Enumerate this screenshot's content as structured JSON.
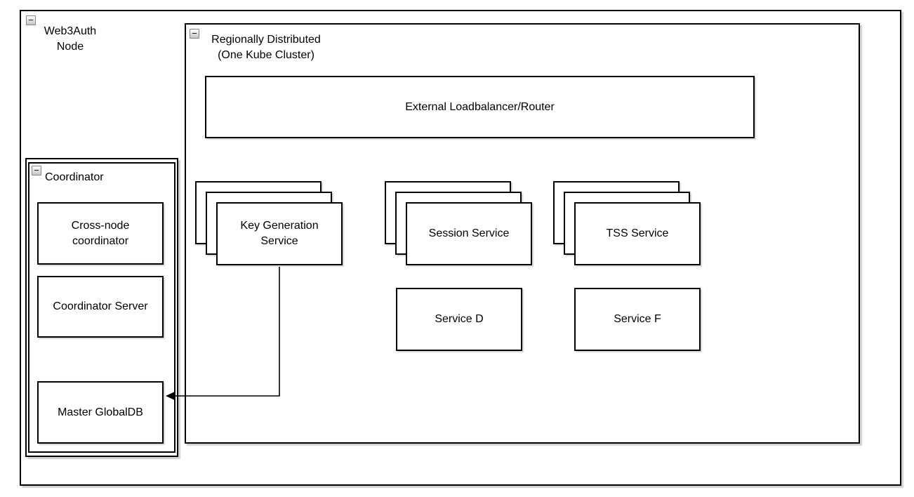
{
  "app": {
    "title": "Web3Auth Node Diagram"
  },
  "colors": {
    "stroke": "#000000",
    "background": "#ffffff",
    "node_fill": "#ffffff",
    "shadow": "rgba(0,0,0,0.18)",
    "collapse_button_border": "#848484"
  },
  "containers": {
    "web3auth": {
      "label_line1": "Web3Auth",
      "label_line2": "Node"
    },
    "region": {
      "label_line1": "Regionally Distributed",
      "label_line2": "(One Kube Cluster)"
    },
    "coordinator": {
      "label": "Coordinator"
    }
  },
  "nodes": {
    "loadbalancer": {
      "label": "External Loadbalancer/Router"
    },
    "keygen": {
      "label_line1": "Key Generation",
      "label_line2": "Service",
      "replicas": 3
    },
    "session": {
      "label": "Session Service",
      "replicas": 3
    },
    "tss": {
      "label": "TSS Service",
      "replicas": 3
    },
    "service_d": {
      "label": "Service D"
    },
    "service_f": {
      "label": "Service F"
    },
    "crossnode": {
      "label_line1": "Cross-node",
      "label_line2": "coordinator"
    },
    "coordinator_server": {
      "label": "Coordinator Server"
    },
    "master_globaldb": {
      "label": "Master GlobalDB"
    }
  },
  "connectors": {
    "keygen_to_masterdb": {
      "from": "Key Generation Service",
      "to": "Master GlobalDB",
      "style": "orthogonal-arrow"
    }
  },
  "icons": {
    "collapse": "−"
  }
}
